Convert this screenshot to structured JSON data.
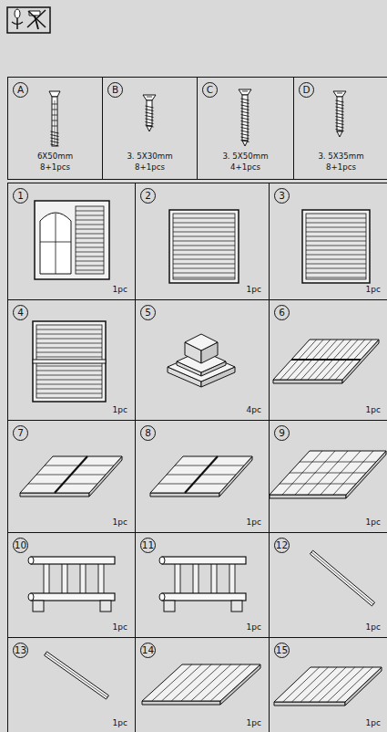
{
  "diagram": {
    "nodes": [
      {
        "text": [
          "A",
          "6X50mm",
          "8+1pcs"
        ]
      },
      {
        "text": [
          "B",
          "3. 5X30mm",
          "8+1pcs"
        ]
      },
      {
        "text": [
          "C",
          "3. 5X50mm",
          "4+1pcs"
        ]
      },
      {
        "text": [
          "D",
          "3. 5X35mm",
          "8+1pcs"
        ]
      },
      {
        "text": [
          "1",
          "1pc"
        ]
      },
      {
        "text": [
          "2",
          "1pc"
        ]
      },
      {
        "text": [
          "3",
          "1pc"
        ]
      },
      {
        "text": [
          "4",
          "1pc"
        ]
      },
      {
        "text": [
          "5",
          "4pc"
        ]
      },
      {
        "text": [
          "6",
          "1pc"
        ]
      },
      {
        "text": [
          "7",
          "1pc"
        ]
      },
      {
        "text": [
          "8",
          "1pc"
        ]
      },
      {
        "text": [
          "9",
          "1pc"
        ]
      },
      {
        "text": [
          "10",
          "1pc"
        ]
      },
      {
        "text": [
          "11",
          "1pc"
        ]
      },
      {
        "text": [
          "12",
          "1pc"
        ]
      },
      {
        "text": [
          "13",
          "1pc"
        ]
      },
      {
        "text": [
          "14",
          "1pc"
        ]
      },
      {
        "text": [
          "15",
          "1pc"
        ]
      }
    ]
  }
}
